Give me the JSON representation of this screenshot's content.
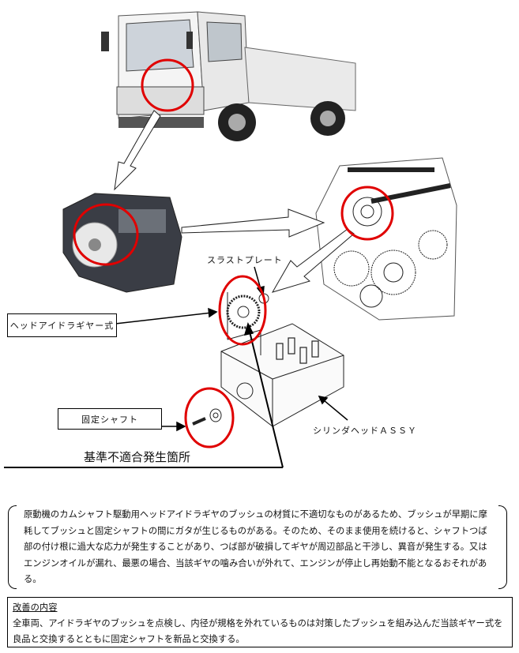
{
  "figure": {
    "labels": {
      "thrust_plate": "スラストプレート",
      "head_idler_gear": "ヘッドアイドラギヤー式",
      "fixed_shaft": "固定シャフト",
      "cylinder_head": "シリンダヘッドＡＳＳＹ",
      "defect_location": "基準不適合発生箇所"
    },
    "colors": {
      "highlight": "#e00000"
    }
  },
  "description": "原動機のカムシャフト駆動用ヘッドアイドラギヤのブッシュの材質に不適切なものがあるため、ブッシュが早期に摩耗してブッシュと固定シャフトの間にガタが生じるものがある。そのため、そのまま使用を続けると、シャフトつば部の付け根に過大な応力が発生することがあり、つば部が破損してギヤが周辺部品と干渉し、異音が発生する。又はエンジンオイルが漏れ、最悪の場合、当該ギヤの噛み合いが外れて、エンジンが停止し再始動不能となるおそれがある。",
  "remedy": {
    "heading": "改善の内容",
    "body": "全車両、アイドラギヤのブッシュを点検し、内径が規格を外れているものは対策したブッシュを組み込んだ当該ギヤー式を良品と交換するとともに固定シャフトを新品と交換する。"
  }
}
